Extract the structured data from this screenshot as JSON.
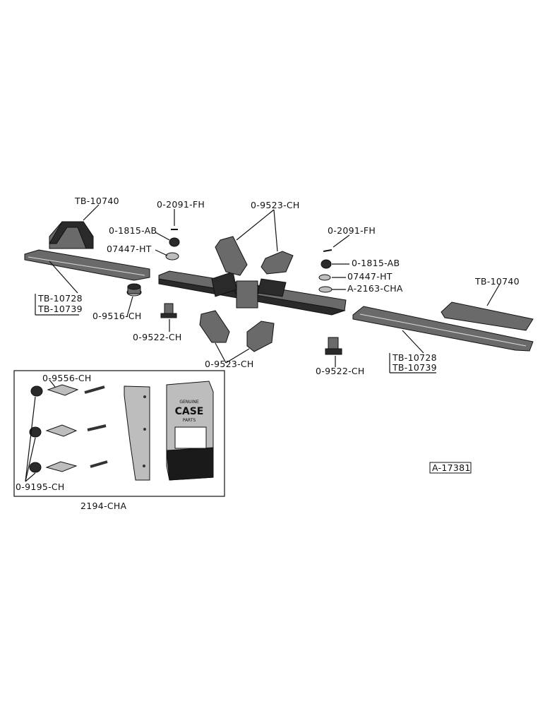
{
  "labels": {
    "tb10740_left": "TB-10740",
    "o2091_left": "0-2091-FH",
    "o1815_left": "0-1815-AB",
    "o7447_left": "07447-HT",
    "o9523_top": "0-9523-CH",
    "o2091_right": "0-2091-FH",
    "o1815_right": "0-1815-AB",
    "o7447_right": "07447-HT",
    "a2163": "A-2163-CHA",
    "tb10740_right": "TB-10740",
    "tb10728_left": "TB-10728",
    "tb10739_left": "TB-10739",
    "o9516": "0-9516-CH",
    "o9522_left": "0-9522-CH",
    "o9523_bottom": "0-9523-CH",
    "o9522_right": "0-9522-CH",
    "tb10728_right": "TB-10728",
    "tb10739_right": "TB-10739",
    "o9556": "0-9556-CH",
    "o9195": "0-9195-CH",
    "kit": "2194-CHA",
    "figure_id": "A-17381",
    "box_brand_top": "GENUINE",
    "box_brand": "CASE",
    "box_brand_sub": "PARTS"
  }
}
